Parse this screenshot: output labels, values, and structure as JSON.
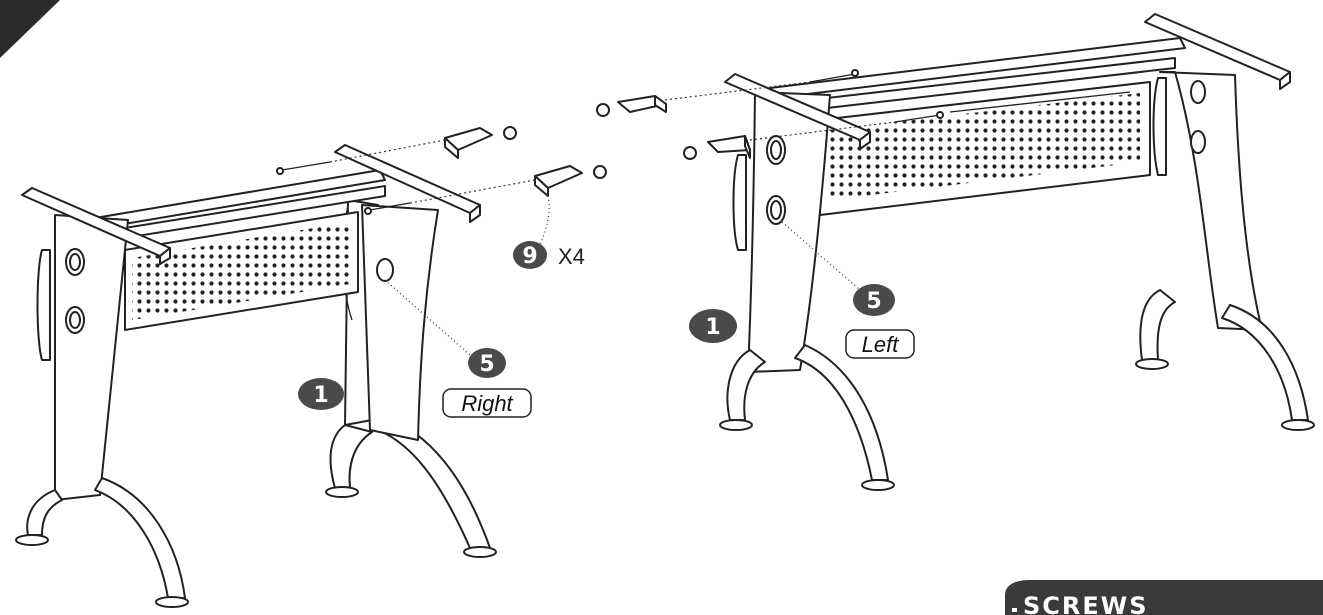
{
  "callouts": {
    "right_frame": "1",
    "right_leg": "5",
    "bracket": "9",
    "bracket_qty": "X4",
    "left_frame": "1",
    "left_leg": "5"
  },
  "labels": {
    "right": "Right",
    "left": "Left"
  },
  "banner": {
    "title": "SCREWS"
  },
  "colors": {
    "line": "#222222",
    "callout_fill": "#4a4a4a",
    "banner_fill": "#3a3a3a",
    "corner_fill": "#2b2b2b"
  }
}
